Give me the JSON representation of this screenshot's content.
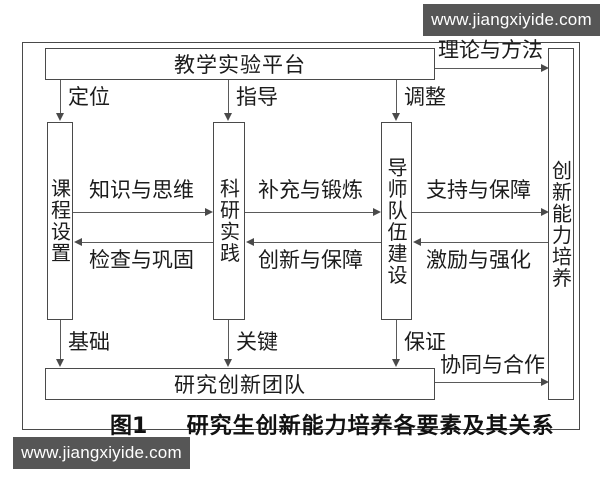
{
  "figure": {
    "caption_number": "图1",
    "caption_text": "研究生创新能力培养各要素及其关系"
  },
  "nodes": {
    "platform": "教学实验平台",
    "course": "课程设置",
    "research": "科研实践",
    "mentor": "导师队伍建设",
    "ability": "创新能力培养",
    "team": "研究创新团队"
  },
  "edges": {
    "theory_method": "理论与方法",
    "positioning": "定位",
    "guidance": "指导",
    "adjustment": "调整",
    "knowledge_thinking": "知识与思维",
    "check_consolidate": "检查与巩固",
    "supplement_training": "补充与锻炼",
    "innovation_support": "创新与保障",
    "support_guarantee": "支持与保障",
    "incentive_strengthen": "激励与强化",
    "foundation": "基础",
    "key": "关键",
    "guarantee": "保证",
    "collaboration": "协同与合作"
  },
  "watermarks": {
    "top": "www.jiangxiyide.com",
    "bottom": "www.jiangxiyide.com"
  },
  "colors": {
    "line": "#4a4a4a",
    "text": "#1c1c1c",
    "watermark_bg": "#565656",
    "watermark_text": "#ffffff",
    "background": "#ffffff"
  }
}
